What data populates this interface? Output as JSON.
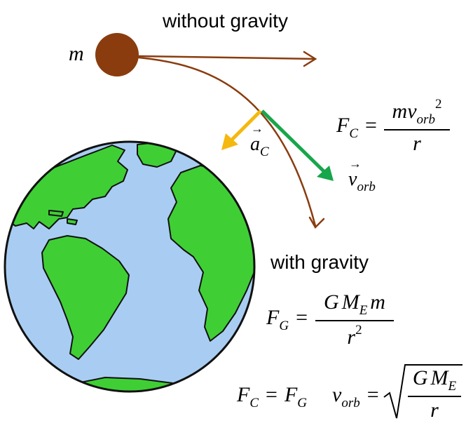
{
  "labels": {
    "without_gravity": "without gravity",
    "with_gravity": "with gravity",
    "mass": "m"
  },
  "vectors": {
    "acceleration": {
      "symbol": "a",
      "subscript": "C"
    },
    "velocity": {
      "symbol": "v",
      "subscript": "orb"
    }
  },
  "equations": {
    "centripetal_force": {
      "lhs": "F",
      "lhs_sub": "C",
      "equals": "=",
      "num_m": "m",
      "num_v": "v",
      "num_v_sub": "orb",
      "num_sup": "2",
      "den": "r"
    },
    "gravity_force": {
      "lhs": "F",
      "lhs_sub": "G",
      "equals": "=",
      "num_g": "G",
      "num_m": "M",
      "num_m_sub": "E",
      "num_m2": "m",
      "den": "r",
      "den_sup": "2"
    },
    "equality": {
      "a": "F",
      "a_sub": "C",
      "equals": "=",
      "b": "F",
      "b_sub": "G"
    },
    "orbital_velocity": {
      "lhs": "v",
      "lhs_sub": "orb",
      "equals": "=",
      "num_g": "G",
      "num_m": "M",
      "num_m_sub": "E",
      "den": "r"
    }
  },
  "colors": {
    "ball": "#8a3c0f",
    "path": "#8a3c0f",
    "acceleration_arrow": "#f5b80f",
    "velocity_arrow": "#17a64b",
    "ocean": "#a9cdf2",
    "land": "#3fcf35",
    "outline": "#111111"
  }
}
